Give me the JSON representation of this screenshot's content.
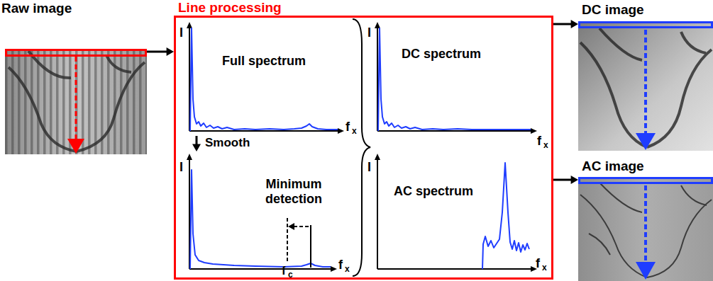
{
  "diagram": {
    "nodes": [
      {
        "text": [
          "Raw image"
        ]
      },
      {
        "text": [
          "Line processing"
        ]
      },
      {
        "text": [
          "Full spectrum"
        ],
        "in": 1
      },
      {
        "text": [
          "Minimum detection"
        ],
        "in": 1
      },
      {
        "text": [
          "DC spectrum"
        ],
        "in": 1
      },
      {
        "text": [
          "AC spectrum"
        ],
        "in": 1
      },
      {
        "text": [
          "DC image"
        ]
      },
      {
        "text": [
          "AC image"
        ]
      }
    ],
    "edges": [
      {
        "from": 0,
        "to": 1,
        "arrow": "to"
      },
      {
        "from": 2,
        "to": 3,
        "label": "Smooth",
        "arrow": "to"
      },
      {
        "from": 1,
        "to": 6,
        "arrow": "to"
      },
      {
        "from": 1,
        "to": 7,
        "arrow": "to"
      }
    ],
    "labels": [
      "I",
      "f",
      "x",
      "I",
      "f",
      "c",
      "f",
      "x",
      "I",
      "f",
      "x",
      "I",
      "f",
      "x"
    ]
  }
}
